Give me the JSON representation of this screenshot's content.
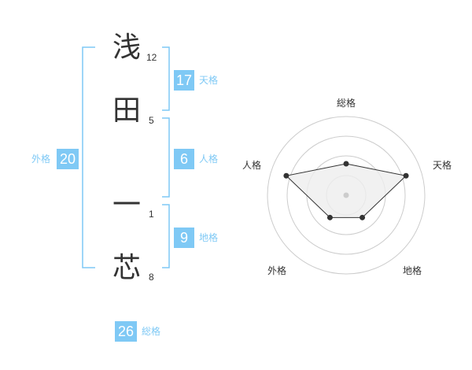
{
  "name": {
    "characters": [
      {
        "char": "浅",
        "strokes": "12"
      },
      {
        "char": "田",
        "strokes": "5"
      },
      {
        "char": "一",
        "strokes": "1"
      },
      {
        "char": "芯",
        "strokes": "8"
      }
    ]
  },
  "kaku": {
    "tenkaku": {
      "value": "17",
      "label": "天格"
    },
    "jinkaku": {
      "value": "6",
      "label": "人格"
    },
    "chikaku": {
      "value": "9",
      "label": "地格"
    },
    "gaikaku": {
      "value": "20",
      "label": "外格"
    },
    "soukaku": {
      "value": "26",
      "label": "総格"
    }
  },
  "radar": {
    "axes": [
      "総格",
      "天格",
      "地格",
      "外格",
      "人格"
    ],
    "levels": [
      0.4,
      0.8,
      0.35,
      0.35,
      0.8
    ],
    "rings": 4,
    "colors": {
      "grid": "#cccccc",
      "fill": "#eeeeee",
      "line": "#333333",
      "center": "#cccccc"
    }
  },
  "colors": {
    "accent": "#7fc9f5",
    "text": "#333333"
  }
}
